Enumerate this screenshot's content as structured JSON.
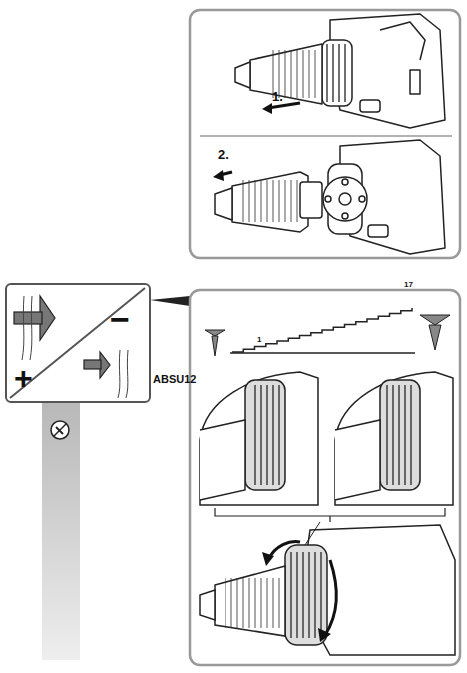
{
  "diagram": {
    "nodes": [
      {
        "text": [
          "+",
          "−"
        ]
      }
    ],
    "labels": [
      "1.",
      "2.",
      "ABSU12",
      "1",
      "17"
    ]
  }
}
